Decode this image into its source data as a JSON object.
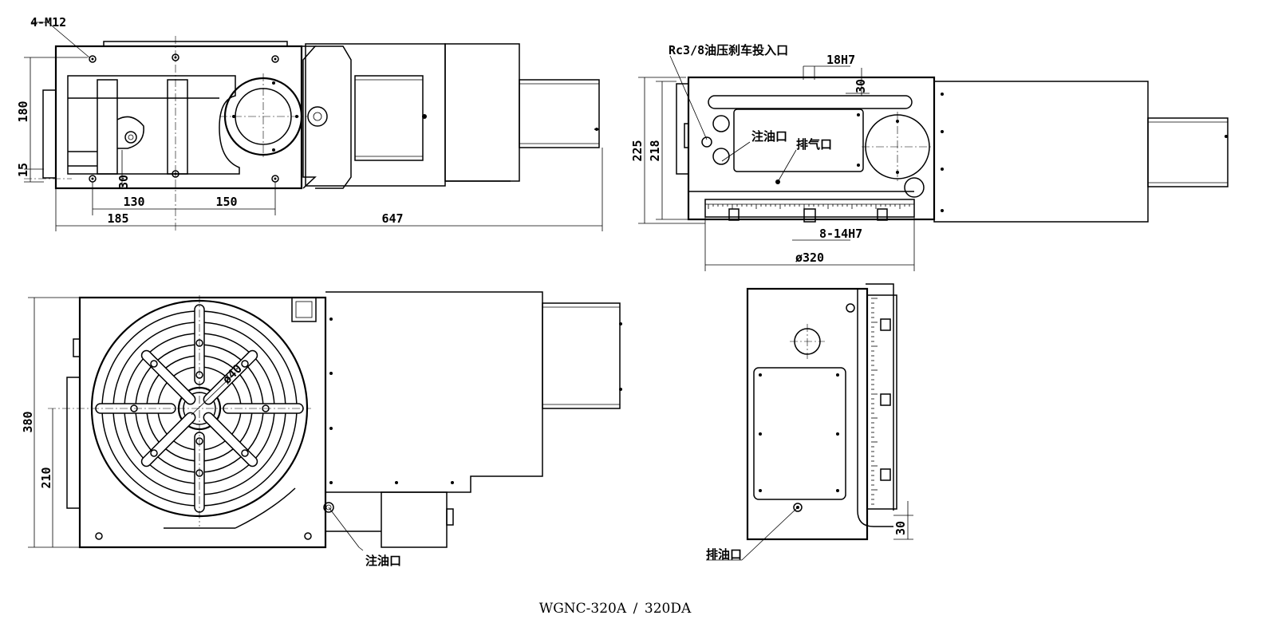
{
  "title": "WGNC-320A / 320DA",
  "front_view": {
    "callout_holes": "4-M12",
    "dim_height_180": "180",
    "dim_15": "15",
    "dim_30": "30",
    "dim_130": "130",
    "dim_150": "150",
    "dim_185": "185",
    "dim_647": "647"
  },
  "side_view": {
    "callout_oil_brake": "Rc3/8油压刹车投入口",
    "dim_18h7": "18H7",
    "dim_30": "30",
    "dim_225": "225",
    "dim_218": "218",
    "label_oil_fill": "注油口",
    "label_air_vent": "排气口",
    "dim_8_14h7": "8-14H7",
    "dim_dia320": "ø320"
  },
  "top_view": {
    "dim_380": "380",
    "dim_210": "210",
    "dim_dia40": "ø40",
    "label_oil_fill": "注油口"
  },
  "end_view": {
    "dim_30": "30",
    "label_oil_drain": "排油口"
  }
}
